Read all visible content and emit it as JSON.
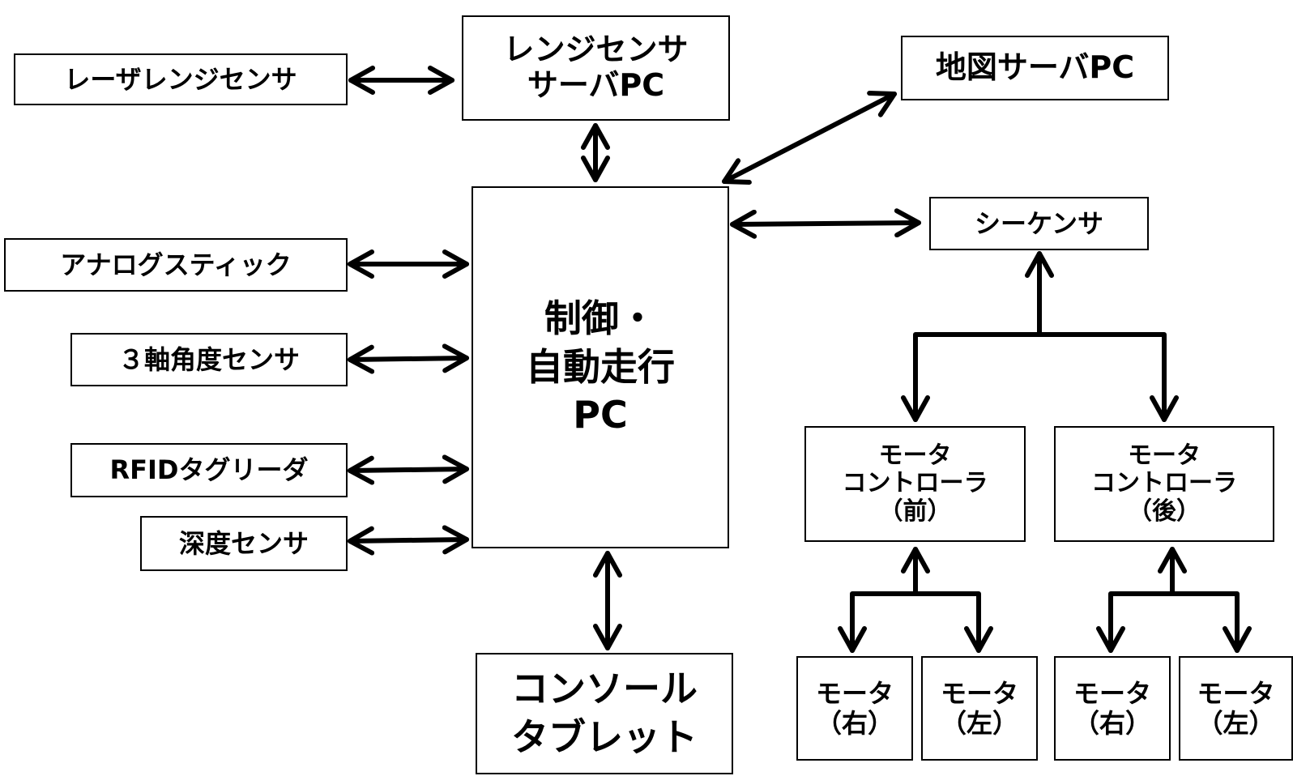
{
  "nodes": {
    "laser_range_sensor": "レーザレンジセンサ",
    "range_sensor_server_pc": [
      "レンジセンサ",
      "サーバPC"
    ],
    "map_server_pc": "地図サーバPC",
    "analog_stick": "アナログスティック",
    "three_axis_angle_sensor": "３軸角度センサ",
    "rfid_tag_reader": "RFIDタグリーダ",
    "depth_sensor": "深度センサ",
    "control_pc": [
      "制御・",
      "自動走行",
      "PC"
    ],
    "console_tablet": [
      "コンソール",
      "タブレット"
    ],
    "sequencer": "シーケンサ",
    "motor_controller_front": [
      "モータ",
      "コントローラ",
      "（前）"
    ],
    "motor_controller_rear": [
      "モータ",
      "コントローラ",
      "（後）"
    ],
    "motor_front_right": [
      "モータ",
      "（右）"
    ],
    "motor_front_left": [
      "モータ",
      "（左）"
    ],
    "motor_rear_right": [
      "モータ",
      "（右）"
    ],
    "motor_rear_left": [
      "モータ",
      "（左）"
    ]
  },
  "colors": {
    "line": "#000000",
    "box_border": "#000000",
    "background": "#ffffff"
  }
}
